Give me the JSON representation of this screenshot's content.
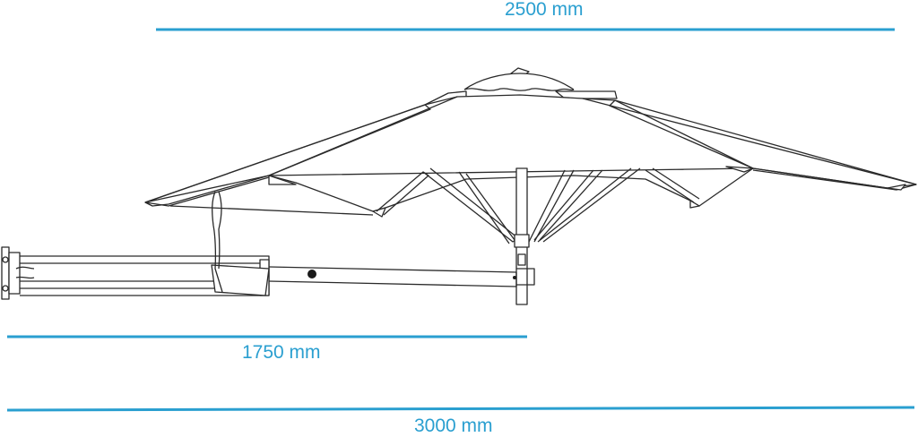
{
  "dimensions": {
    "canopy_width": "2500 mm",
    "arm_length": "1750 mm",
    "total_length": "3000 mm"
  },
  "colors": {
    "dimension_line": "#2a9fd0",
    "outline": "#2a2a2a"
  }
}
